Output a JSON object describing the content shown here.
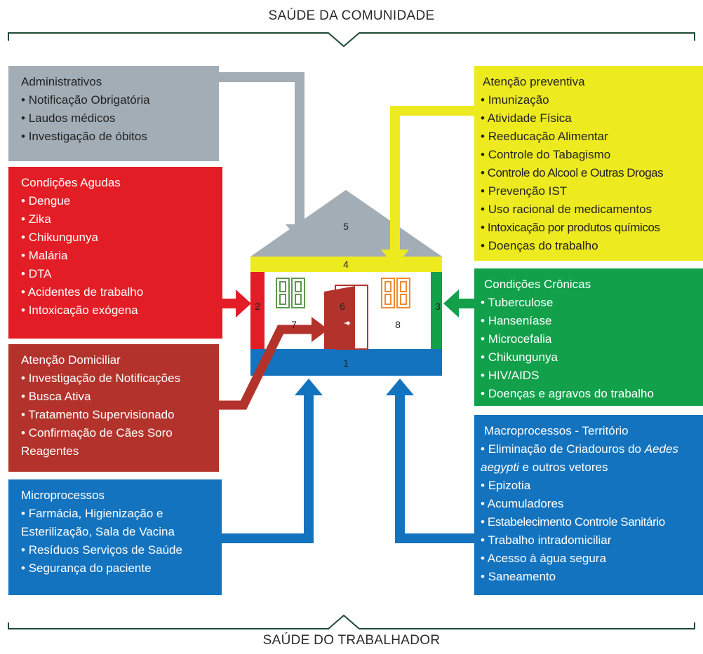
{
  "top_banner": {
    "label": "SAÚDE DA COMUNIDADE"
  },
  "bottom_banner": {
    "label": "SAÚDE DO TRABALHADOR"
  },
  "colors": {
    "gray": "#a3adb5",
    "red": "#e31d25",
    "darkred": "#b3332c",
    "blue": "#1473be",
    "yellow": "#eeea20",
    "green": "#12a04b",
    "banner_line": "#1e4a33",
    "window_green": "#5a9a4a",
    "window_orange": "#ee8a34"
  },
  "boxes": {
    "administrativos": {
      "title": "Administrativos",
      "items": [
        "Notificação Obrigatória",
        "Laudos médicos",
        "Investigação de óbitos"
      ]
    },
    "agudas": {
      "title": "Condições Agudas",
      "items": [
        "Dengue",
        "Zika",
        "Chikungunya",
        "Malária",
        "DTA",
        "Acidentes de trabalho",
        "Intoxicação exógena"
      ]
    },
    "domiciliar": {
      "title": "Atenção Domiciliar",
      "items": [
        "Investigação de Notificações",
        "Busca Ativa",
        "Tratamento Supervisionado",
        "Confirmação de Cães Soro Reagentes"
      ]
    },
    "micro": {
      "title": "Microprocessos",
      "items": [
        "Farmácia, Higienização e Esterilização, Sala de Vacina",
        "Resíduos Serviços de Saúde",
        "Segurança do paciente"
      ]
    },
    "preventiva": {
      "title": "Atenção preventiva",
      "items": [
        "Imunização",
        "Atividade Física",
        "Reeducação Alimentar",
        "Controle do Tabagismo",
        "Controle do Alcool e Outras Drogas",
        "Prevenção IST",
        "Uso racional de medicamentos",
        "Intoxicação por produtos químicos",
        "Doenças do trabalho"
      ]
    },
    "cronicas": {
      "title": "Condições Crônicas",
      "items": [
        "Tuberculose",
        "Hanseníase",
        "Microcefalia",
        "Chikungunya",
        "HIV/AIDS",
        "Doenças e agravos do trabalho"
      ]
    },
    "macro": {
      "title": "Macroprocessos - Território",
      "item1_pre": "Eliminação de Criadouros do ",
      "item1_em": "Aedes aegypti",
      "item1_post": " e outros vetores",
      "items": [
        "Epizotia",
        "Acumuladores",
        "Estabelecimento Controle Sanitário",
        "Trabalho intradomiciliar",
        "Acesso à água segura",
        "Saneamento"
      ]
    }
  },
  "house_numbers": {
    "n1": "1",
    "n2": "2",
    "n3": "3",
    "n4": "4",
    "n5": "5",
    "n6": "6",
    "n7": "7",
    "n8": "8"
  }
}
